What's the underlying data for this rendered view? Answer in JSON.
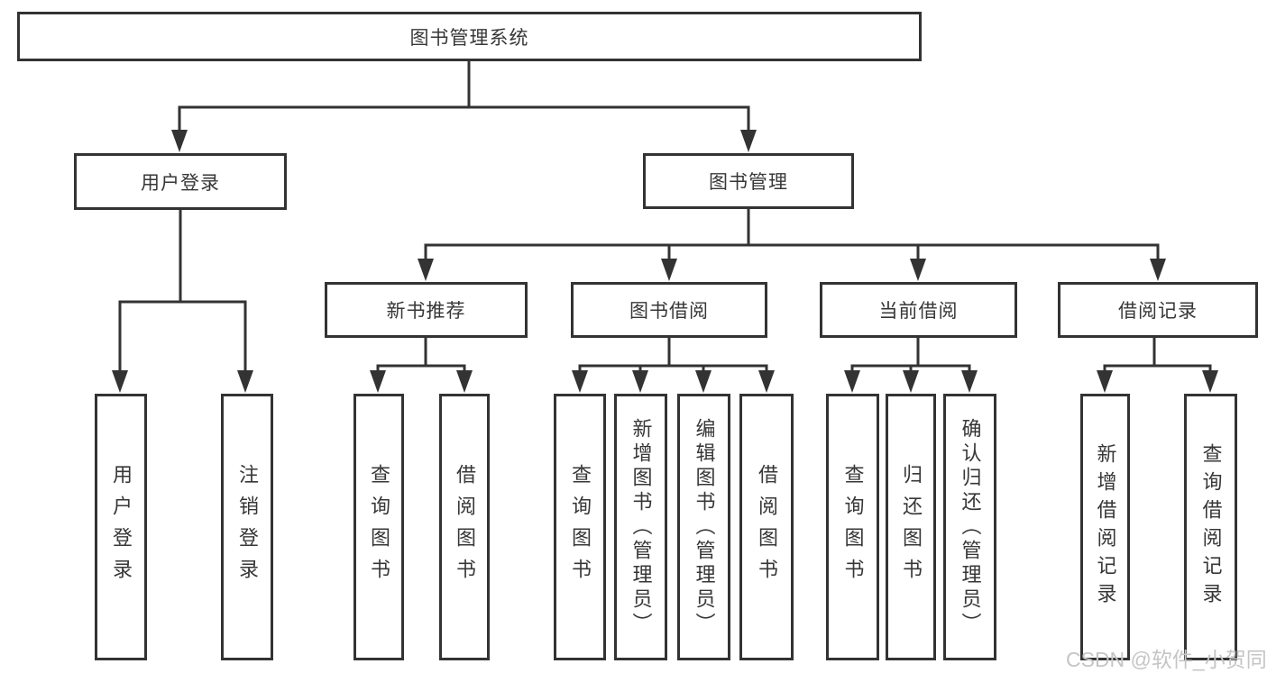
{
  "diagram": {
    "root": {
      "label": "图书管理系统"
    },
    "branches": [
      {
        "label": "用户登录",
        "children": [
          {
            "label": "用户登录"
          },
          {
            "label": "注销登录"
          }
        ]
      },
      {
        "label": "图书管理",
        "children": [
          {
            "label": "新书推荐",
            "children": [
              {
                "label": "查询图书"
              },
              {
                "label": "借阅图书"
              }
            ]
          },
          {
            "label": "图书借阅",
            "children": [
              {
                "label": "查询图书"
              },
              {
                "label": "新增图书（管理员）"
              },
              {
                "label": "编辑图书（管理员）"
              },
              {
                "label": "借阅图书"
              }
            ]
          },
          {
            "label": "当前借阅",
            "children": [
              {
                "label": "查询图书"
              },
              {
                "label": "归还图书"
              },
              {
                "label": "确认归还（管理员）"
              }
            ]
          },
          {
            "label": "借阅记录",
            "children": [
              {
                "label": "新增借阅记录"
              },
              {
                "label": "查询借阅记录"
              }
            ]
          }
        ]
      }
    ]
  },
  "watermark": {
    "text": "CSDN @软件_小贺同学"
  },
  "colors": {
    "line": "#333333",
    "text": "#373737",
    "watermark": "#c5c5c5",
    "bg": "#ffffff"
  }
}
